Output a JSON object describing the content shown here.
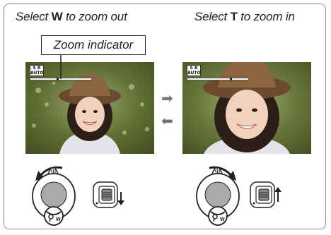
{
  "captions": {
    "left_prefix": "Select ",
    "left_key": "W",
    "left_suffix": " to zoom out",
    "right_prefix": "Select ",
    "right_key": "T",
    "right_suffix": " to zoom in"
  },
  "zoom_label": "Zoom indicator",
  "screen_left": {
    "badge_line1": "S R",
    "badge_line2": "AUTO",
    "zoom_level": 0.45
  },
  "screen_right": {
    "badge_line1": "S R",
    "badge_line2": "AUTO",
    "zoom_level": 0.72
  },
  "arrows": {
    "forward": "➡",
    "back": "⬅"
  },
  "icons": {
    "dial_left": "zoom-dial-rotate-left-icon",
    "dial_right": "zoom-dial-rotate-right-icon",
    "switch_left": "zoom-switch-down-icon",
    "switch_right": "zoom-switch-up-icon"
  }
}
